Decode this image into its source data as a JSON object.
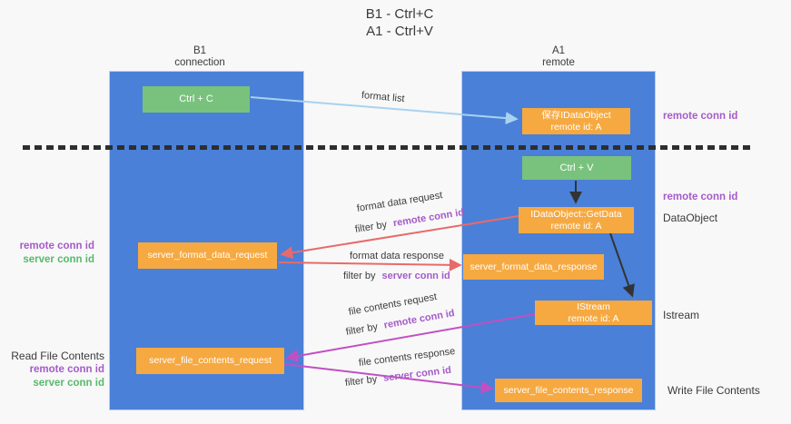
{
  "title": {
    "line1": "B1 - Ctrl+C",
    "line2": "A1 - Ctrl+V"
  },
  "lanes": {
    "left": {
      "name": "B1",
      "role": "connection"
    },
    "right": {
      "name": "A1",
      "role": "remote"
    }
  },
  "nodes": {
    "ctrl_c": {
      "label": "Ctrl + C"
    },
    "save_idataobject": {
      "line1": "保存IDataObject",
      "line2": "remote id: A"
    },
    "ctrl_v": {
      "label": "Ctrl + V"
    },
    "getdata": {
      "line1": "IDataObject::GetData",
      "line2": "remote id: A"
    },
    "format_request": {
      "label": "server_format_data_request"
    },
    "format_response": {
      "label": "server_format_data_response"
    },
    "istream": {
      "line1": "IStream",
      "line2": "remote id: A"
    },
    "file_request": {
      "label": "server_file_contents_request"
    },
    "file_response": {
      "label": "server_file_contents_response"
    }
  },
  "labels": {
    "format_list": "format list",
    "format_data_request": "format data request",
    "format_data_response": "format data response",
    "file_contents_request": "file contents request",
    "file_contents_response": "file contents response",
    "filter_by": "filter by",
    "remote_conn_id": "remote conn id",
    "server_conn_id": "server conn id",
    "data_object": "DataObject",
    "istream": "Istream",
    "read_file_contents": "Read File Contents",
    "write_file_contents": "Write File Contents"
  },
  "colors": {
    "lane_fill": "#4a80d8",
    "node_orange": "#f6a941",
    "node_green": "#79c27d",
    "arrow_format_list": "#a8d2ef",
    "arrow_black": "#333333",
    "arrow_red": "#e86a6a",
    "arrow_magenta": "#c24fc2",
    "text_purple": "#a55bc9",
    "text_green": "#58b96b",
    "divider": "#2e2e2e"
  }
}
